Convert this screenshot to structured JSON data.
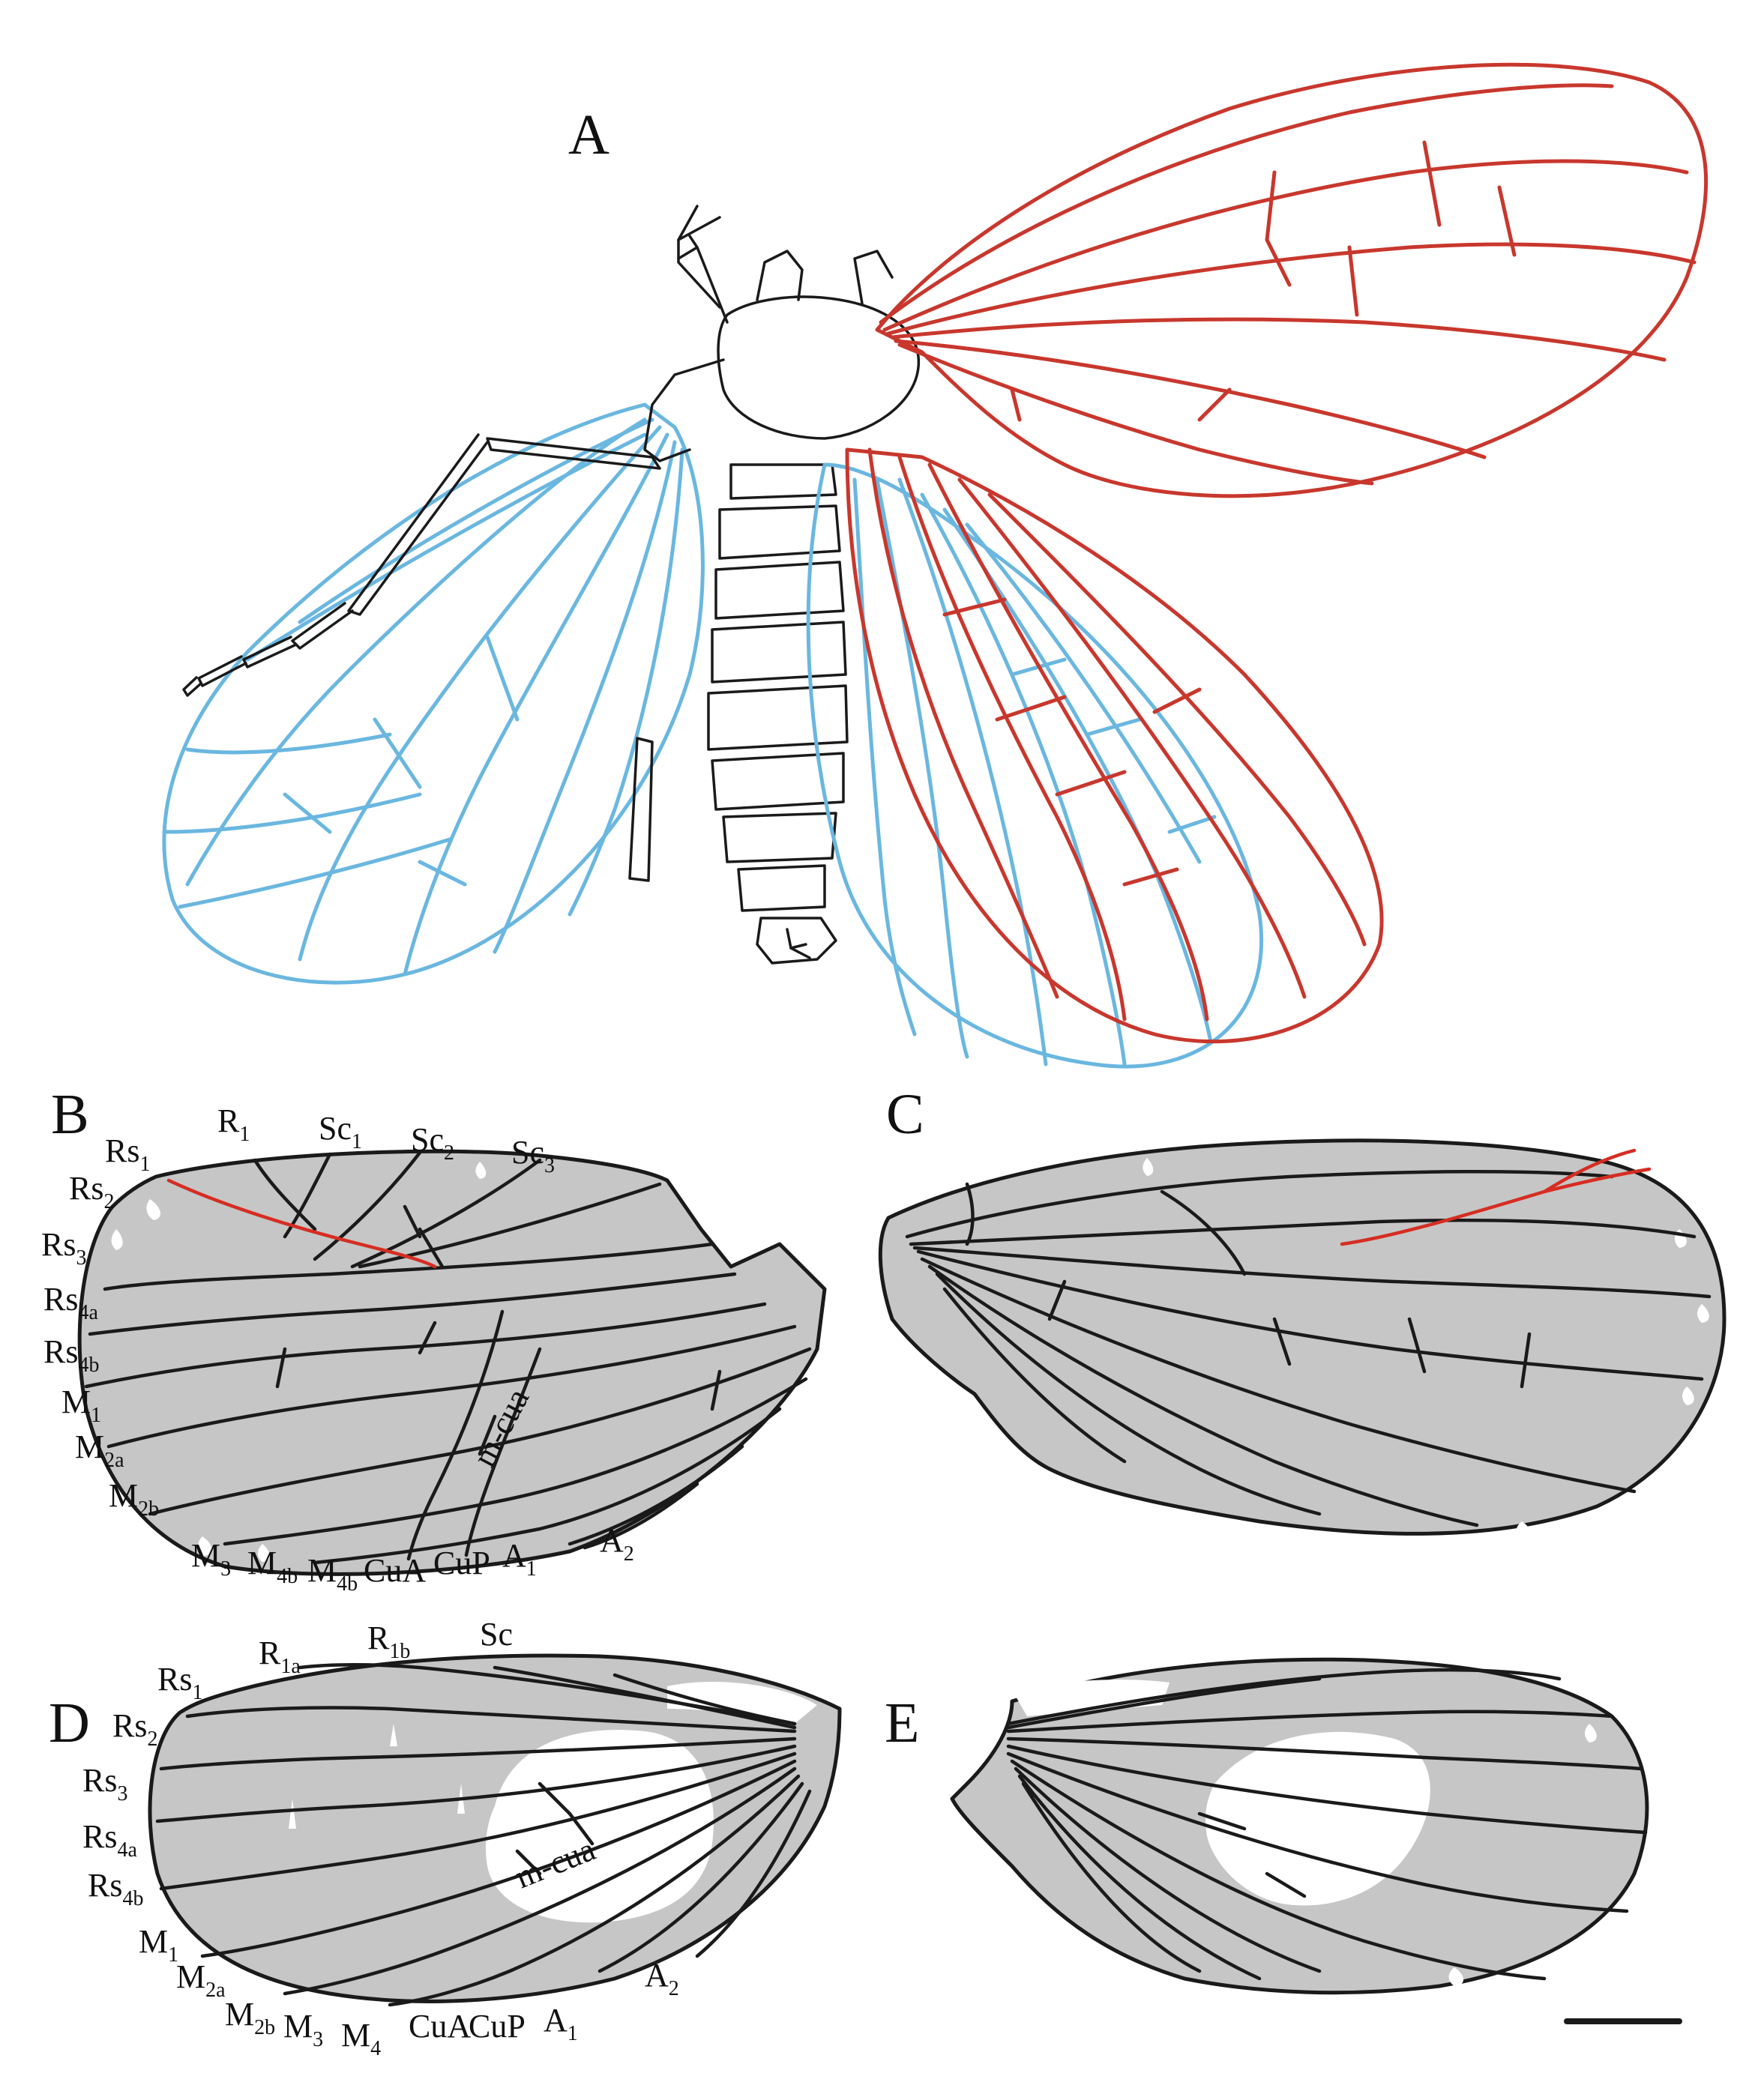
{
  "panels": {
    "a": {
      "letter": "A"
    },
    "b": {
      "letter": "B",
      "labels": [
        {
          "base": "Rs",
          "sub": "1"
        },
        {
          "base": "R",
          "sub": "1"
        },
        {
          "base": "Sc",
          "sub": "1"
        },
        {
          "base": "Sc",
          "sub": "2"
        },
        {
          "base": "Sc",
          "sub": "3"
        },
        {
          "base": "Rs",
          "sub": "2"
        },
        {
          "base": "Rs",
          "sub": "3"
        },
        {
          "base": "Rs",
          "sub": "4a"
        },
        {
          "base": "Rs",
          "sub": "4b"
        },
        {
          "base": "M",
          "sub": "1"
        },
        {
          "base": "M",
          "sub": "2a"
        },
        {
          "base": "M",
          "sub": "2b"
        },
        {
          "base": "M",
          "sub": "3"
        },
        {
          "base": "M",
          "sub": "4b"
        },
        {
          "base": "M",
          "sub": "4b"
        },
        {
          "base": "CuA",
          "sub": ""
        },
        {
          "base": "CuP",
          "sub": ""
        },
        {
          "base": "A",
          "sub": "1"
        },
        {
          "base": "A",
          "sub": "2"
        }
      ],
      "crossvein": "m-cua"
    },
    "c": {
      "letter": "C"
    },
    "d": {
      "letter": "D",
      "labels": [
        {
          "base": "R",
          "sub": "1a"
        },
        {
          "base": "R",
          "sub": "1b"
        },
        {
          "base": "Sc",
          "sub": ""
        },
        {
          "base": "Rs",
          "sub": "1"
        },
        {
          "base": "Rs",
          "sub": "2"
        },
        {
          "base": "Rs",
          "sub": "3"
        },
        {
          "base": "Rs",
          "sub": "4a"
        },
        {
          "base": "Rs",
          "sub": "4b"
        },
        {
          "base": "M",
          "sub": "1"
        },
        {
          "base": "M",
          "sub": "2a"
        },
        {
          "base": "M",
          "sub": "2b"
        },
        {
          "base": "M",
          "sub": "3"
        },
        {
          "base": "M",
          "sub": "4"
        },
        {
          "base": "CuA",
          "sub": ""
        },
        {
          "base": "CuP",
          "sub": ""
        },
        {
          "base": "A",
          "sub": "1"
        },
        {
          "base": "A",
          "sub": "2"
        }
      ],
      "crossvein": "m-cua"
    },
    "e": {
      "letter": "E"
    }
  },
  "colors": {
    "forewing_vein": "#c8372d",
    "hindwing_vein": "#6ab7e0",
    "wing_fill": "#c6c6c6",
    "outline": "#1a1a1a"
  }
}
